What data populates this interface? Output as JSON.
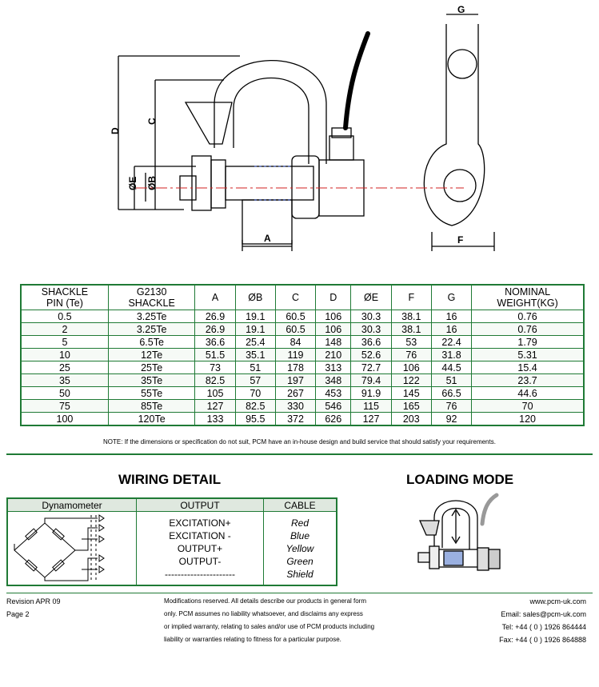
{
  "drawing": {
    "labels": {
      "a": "A",
      "b": "ØB",
      "c": "C",
      "d": "D",
      "e": "ØE",
      "f": "F",
      "g": "G"
    }
  },
  "spec_table": {
    "headers": [
      [
        "SHACKLE",
        "PIN (Te)"
      ],
      [
        "G2130",
        "SHACKLE"
      ],
      [
        "A"
      ],
      [
        "ØB"
      ],
      [
        "C"
      ],
      [
        "D"
      ],
      [
        "ØE"
      ],
      [
        "F"
      ],
      [
        "G"
      ],
      [
        "NOMINAL",
        "WEIGHT(KG)"
      ]
    ],
    "rows": [
      [
        "0.5",
        "3.25Te",
        "26.9",
        "19.1",
        "60.5",
        "106",
        "30.3",
        "38.1",
        "16",
        "0.76"
      ],
      [
        "2",
        "3.25Te",
        "26.9",
        "19.1",
        "60.5",
        "106",
        "30.3",
        "38.1",
        "16",
        "0.76"
      ],
      [
        "5",
        "6.5Te",
        "36.6",
        "25.4",
        "84",
        "148",
        "36.6",
        "53",
        "22.4",
        "1.79"
      ],
      [
        "10",
        "12Te",
        "51.5",
        "35.1",
        "119",
        "210",
        "52.6",
        "76",
        "31.8",
        "5.31"
      ],
      [
        "25",
        "25Te",
        "73",
        "51",
        "178",
        "313",
        "72.7",
        "106",
        "44.5",
        "15.4"
      ],
      [
        "35",
        "35Te",
        "82.5",
        "57",
        "197",
        "348",
        "79.4",
        "122",
        "51",
        "23.7"
      ],
      [
        "50",
        "55Te",
        "105",
        "70",
        "267",
        "453",
        "91.9",
        "145",
        "66.5",
        "44.6"
      ],
      [
        "75",
        "85Te",
        "127",
        "82.5",
        "330",
        "546",
        "115",
        "165",
        "76",
        "70"
      ],
      [
        "100",
        "120Te",
        "133",
        "95.5",
        "372",
        "626",
        "127",
        "203",
        "92",
        "120"
      ]
    ]
  },
  "note": "NOTE: If the dimensions or specification do not suit, PCM have an in-house design and build service that should satisfy your requirements.",
  "wiring": {
    "title": "WIRING DETAIL",
    "headers": [
      "Dynamometer",
      "OUTPUT",
      "CABLE"
    ],
    "outputs": [
      "EXCITATION+",
      "EXCITATION -",
      "OUTPUT+",
      "OUTPUT-",
      "----------------------"
    ],
    "cables": [
      "Red",
      "Blue",
      "Yellow",
      "Green",
      "Shield"
    ]
  },
  "loading": {
    "title": "LOADING MODE"
  },
  "footer": {
    "revision": "Revision APR 09",
    "page": "Page 2",
    "disclaimer": [
      "Modifications reserved. All details describe our products in general form",
      "only. PCM assumes no liability whatsoever, and disclaims any express",
      "or implied warranty, relating to sales and/or use of PCM products including",
      "liability or warranties relating to fitness for a particular purpose."
    ],
    "web": "www.pcm-uk.com",
    "email": "Email: sales@pcm-uk.com",
    "tel": "Tel: +44 ( 0 ) 1926 864444",
    "fax": "Fax: +44 ( 0 ) 1926 864888"
  }
}
